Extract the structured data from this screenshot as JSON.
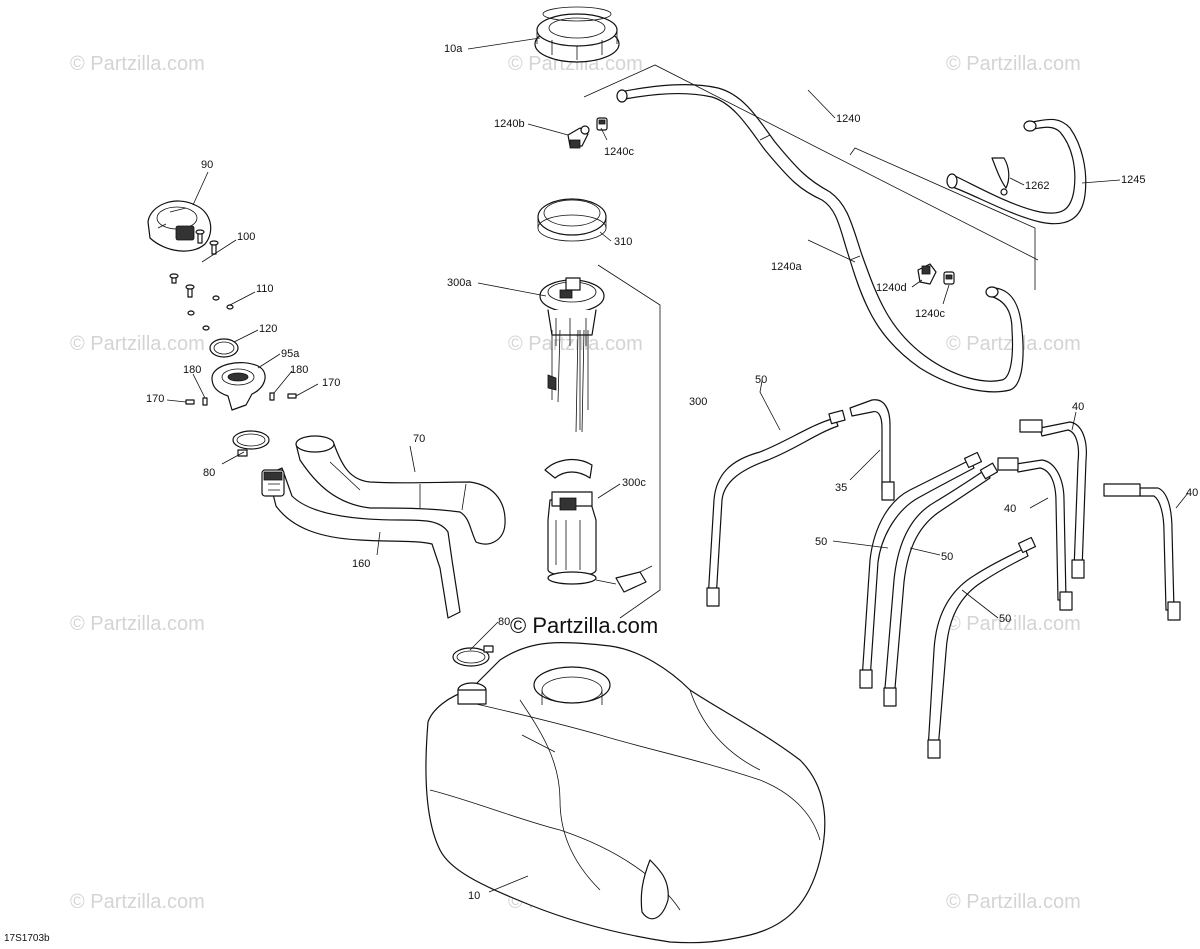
{
  "watermark": {
    "text": "© Partzilla.com",
    "center": "© Partzilla.com"
  },
  "ref_code": "17S1703b",
  "callouts": {
    "c10a": "10a",
    "c1240b": "1240b",
    "c1240c_top": "1240c",
    "c1240": "1240",
    "c1245": "1245",
    "c1262": "1262",
    "c90": "90",
    "c100": "100",
    "c110": "110",
    "c120": "120",
    "c95a": "95a",
    "c180_left": "180",
    "c180_right": "180",
    "c170_left": "170",
    "c170_right": "170",
    "c80_top": "80",
    "c70": "70",
    "c160": "160",
    "c310": "310",
    "c300a": "300a",
    "c300": "300",
    "c300c": "300c",
    "c80_bottom": "80",
    "c1240a": "1240a",
    "c1240d": "1240d",
    "c1240c_bottom": "1240c",
    "c50_top": "50",
    "c35": "35",
    "c40_top": "40",
    "c40_mid": "40",
    "c40_right": "40",
    "c50_left": "50",
    "c50_mid": "50",
    "c50_right": "50",
    "c10": "10"
  }
}
